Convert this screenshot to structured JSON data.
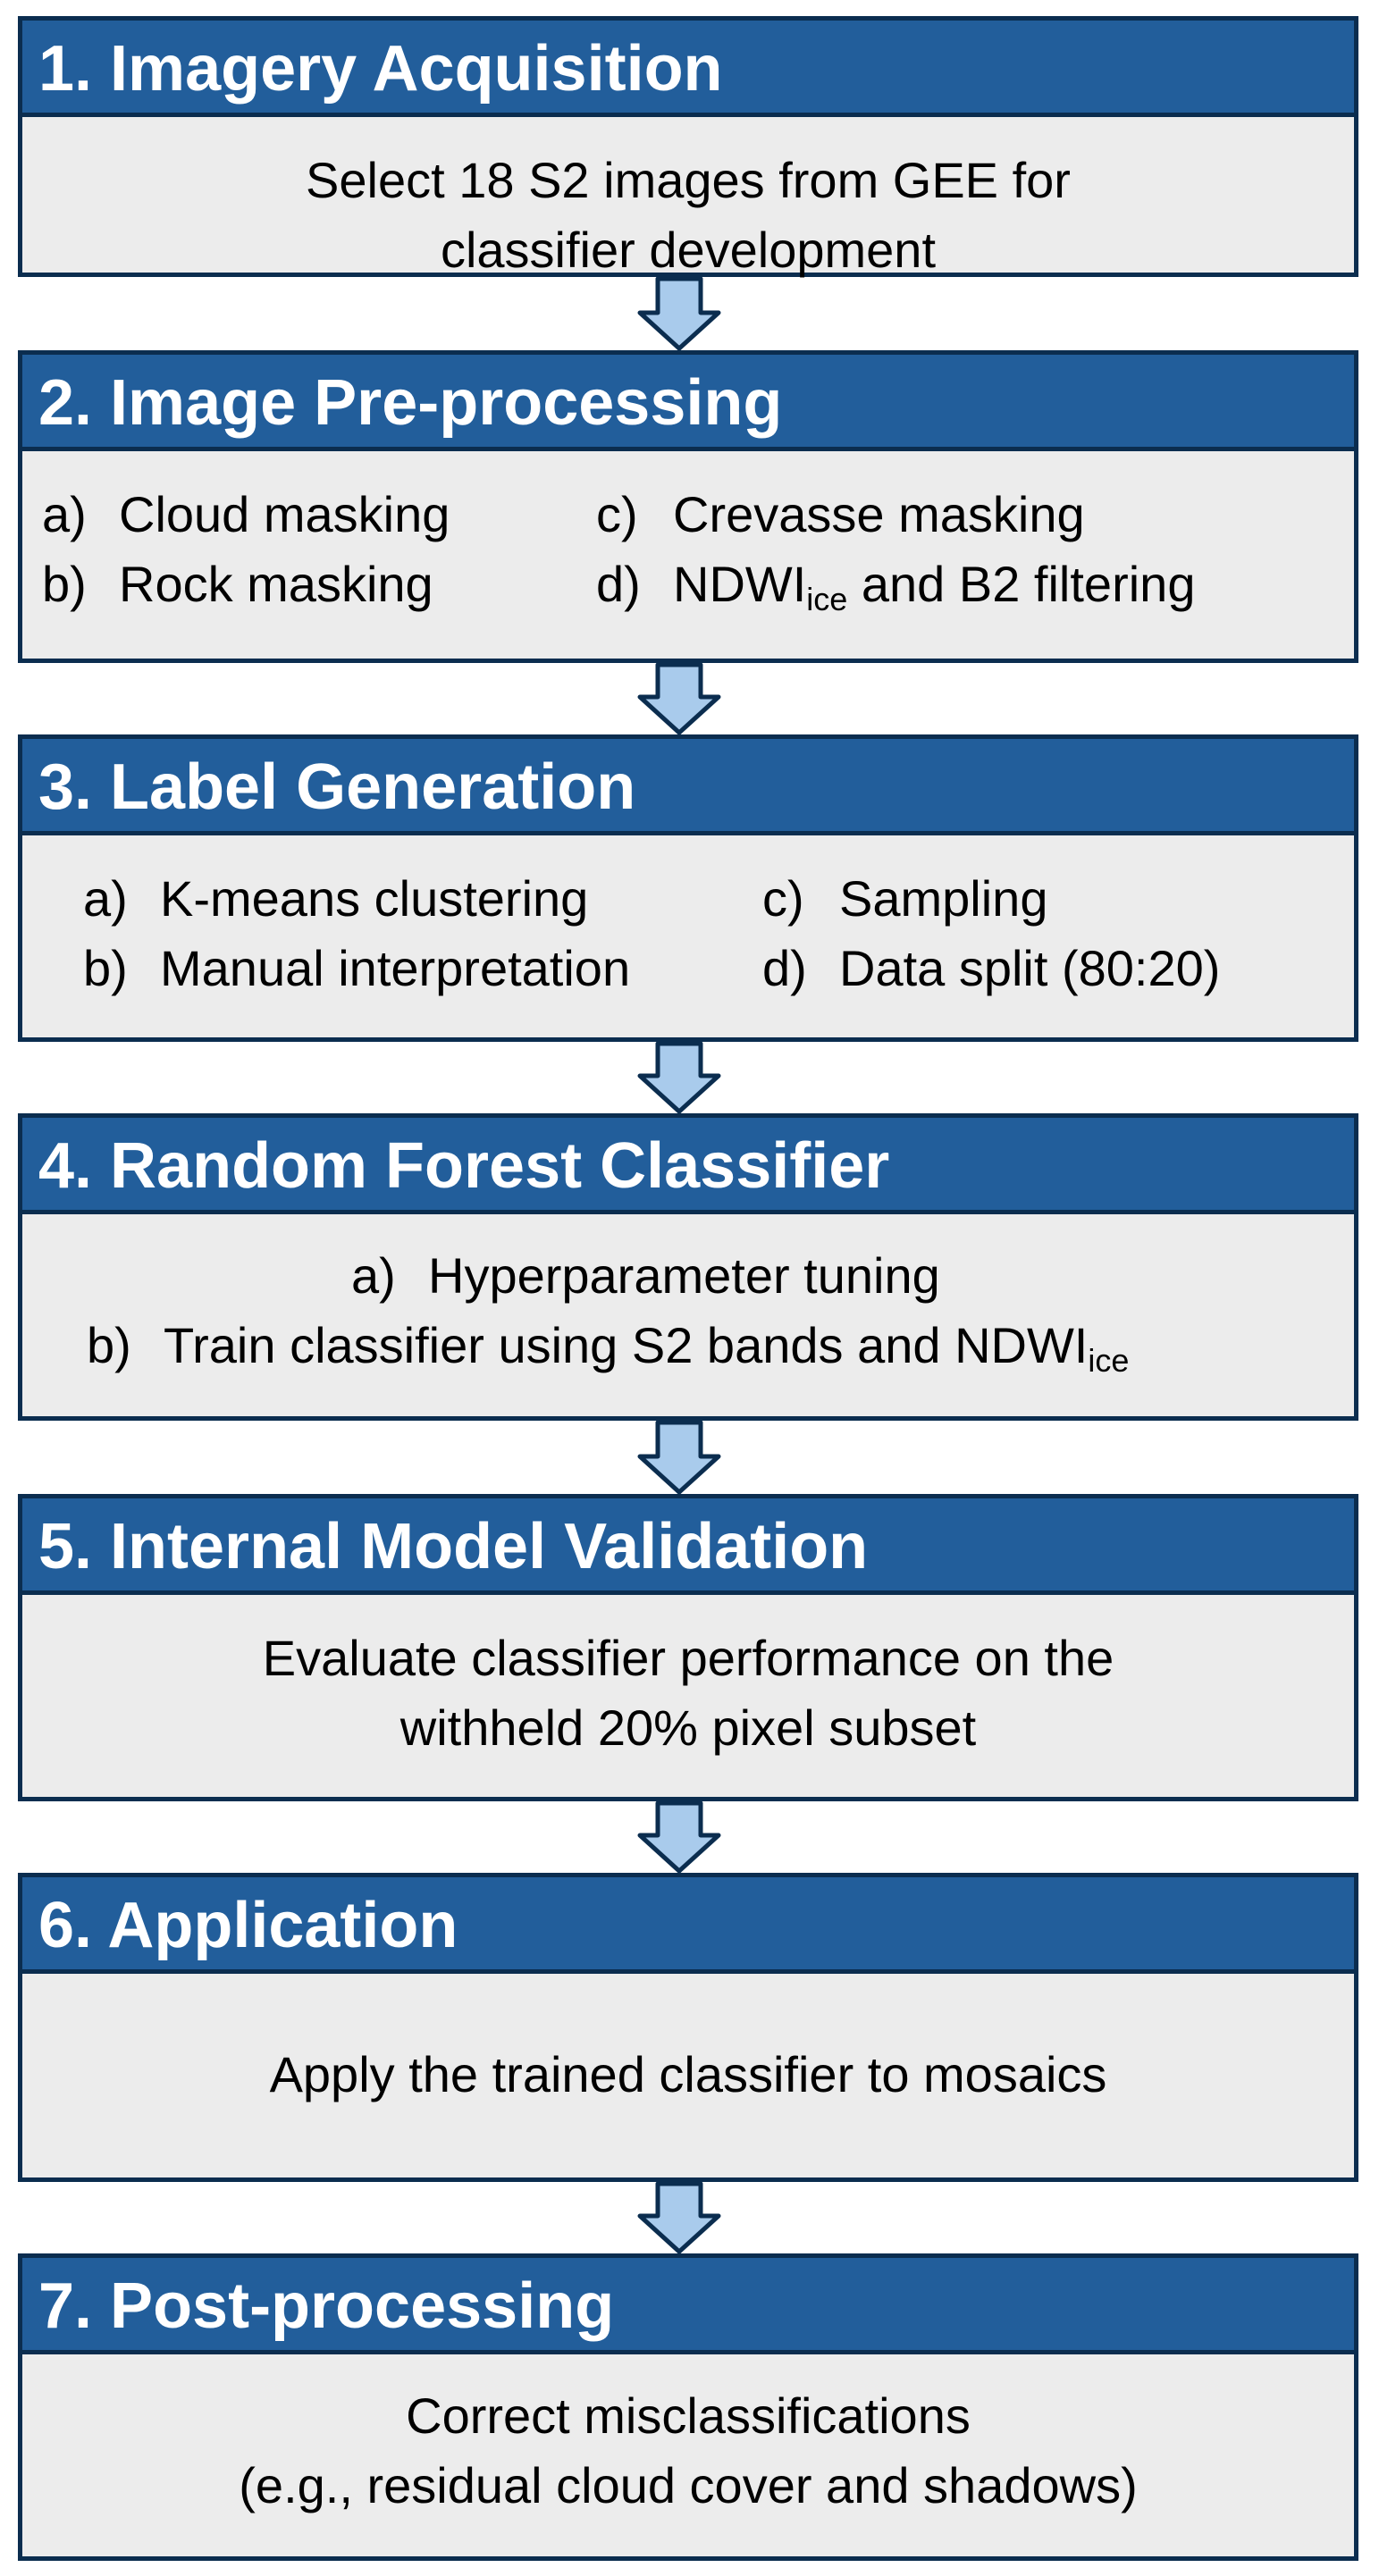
{
  "steps": [
    {
      "title": "1. Imagery Acquisition",
      "lines": [
        "Select 18 S2 images from GEE for",
        "classifier development"
      ]
    },
    {
      "title": "2. Image Pre-processing",
      "items": [
        {
          "marker": "a)",
          "text": "Cloud masking"
        },
        {
          "marker": "c)",
          "text": "Crevasse masking"
        },
        {
          "marker": "b)",
          "text": "Rock masking"
        },
        {
          "marker": "d)",
          "text_pre": "NDWI",
          "sub": "ice",
          "text_post": " and B2 filtering"
        }
      ]
    },
    {
      "title": "3. Label Generation",
      "items": [
        {
          "marker": "a)",
          "text": "K-means clustering"
        },
        {
          "marker": "c)",
          "text": "Sampling"
        },
        {
          "marker": "b)",
          "text": "Manual interpretation"
        },
        {
          "marker": "d)",
          "text": "Data split (80:20)"
        }
      ]
    },
    {
      "title": "4. Random Forest Classifier",
      "items": [
        {
          "marker": "a)",
          "text": "Hyperparameter tuning"
        },
        {
          "marker": "b)",
          "text_pre": "Train classifier using S2 bands and NDWI",
          "sub": "ice",
          "text_post": ""
        }
      ]
    },
    {
      "title": "5. Internal Model Validation",
      "lines": [
        "Evaluate classifier performance on the",
        "withheld 20% pixel subset"
      ]
    },
    {
      "title": "6. Application",
      "lines": [
        "Apply the trained classifier to mosaics"
      ]
    },
    {
      "title": "7. Post-processing",
      "lines": [
        "Correct misclassifications",
        "(e.g., residual cloud cover and shadows)"
      ]
    }
  ],
  "colors": {
    "header_fill": "#225e9b",
    "border": "#0b2d4f",
    "body_fill": "#ececec",
    "arrow_fill": "#a9cbec",
    "arrow_stroke": "#0b2d4f"
  }
}
